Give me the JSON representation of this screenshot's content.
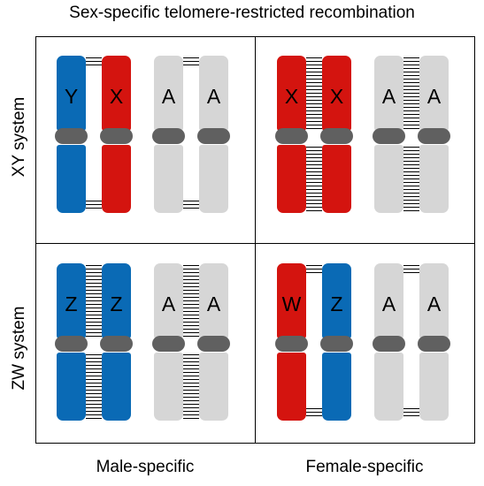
{
  "title": "Sex-specific telomere-restricted recombination",
  "rows": [
    "XY system",
    "ZW system"
  ],
  "columns": [
    "Male-specific",
    "Female-specific"
  ],
  "colors": {
    "Y": "#0a6ab5",
    "Z": "#0a6ab5",
    "X": "#d4140f",
    "W": "#d4140f",
    "A": "#d6d6d6",
    "centromere": "#606060",
    "frame": "#000000"
  },
  "panels": [
    {
      "pairs": [
        {
          "left": "Y",
          "right": "X",
          "recombination": "telomeres"
        },
        {
          "left": "A",
          "right": "A",
          "recombination": "telomeres"
        }
      ]
    },
    {
      "pairs": [
        {
          "left": "X",
          "right": "X",
          "recombination": "full"
        },
        {
          "left": "A",
          "right": "A",
          "recombination": "full"
        }
      ]
    },
    {
      "pairs": [
        {
          "left": "Z",
          "right": "Z",
          "recombination": "full"
        },
        {
          "left": "A",
          "right": "A",
          "recombination": "full"
        }
      ]
    },
    {
      "pairs": [
        {
          "left": "W",
          "right": "Z",
          "recombination": "telomeres"
        },
        {
          "left": "A",
          "right": "A",
          "recombination": "telomeres"
        }
      ]
    }
  ]
}
